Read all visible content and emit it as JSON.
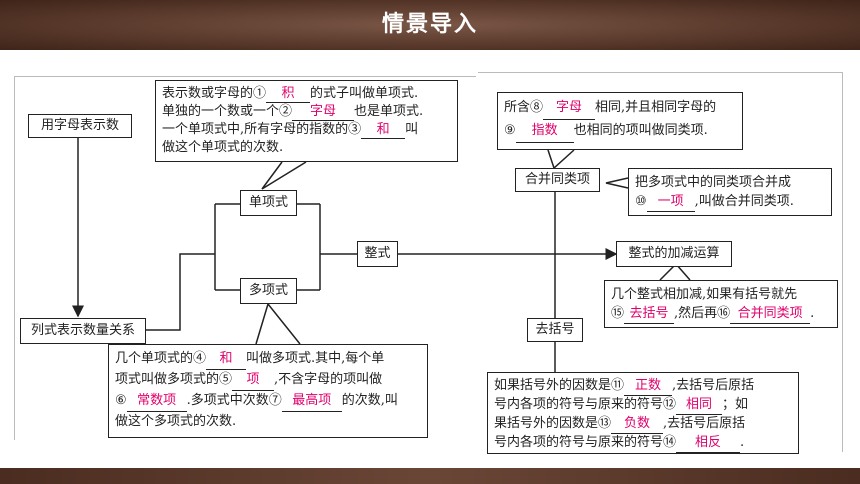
{
  "header": {
    "title": "情景导入"
  },
  "nodes": {
    "letters": "用字母表示数",
    "relation": "列式表示数量关系",
    "monomial": "单项式",
    "polynomial": "多项式",
    "integral": "整式",
    "combine": "合并同类项",
    "addsub": "整式的加减运算",
    "brackets": "去括号"
  },
  "notes": {
    "monomial_def": {
      "l1a": "表示数或字母的①",
      "b1": "积",
      "l1b": "的式子叫做单项式.",
      "l2a": "单独的一个数或一个②",
      "b2": "字母",
      "l2b": "也是单项式.",
      "l3a": "一个单项式中,所有字母的指数的③",
      "b3": "和",
      "l3b": "叫",
      "l4": "做这个单项式的次数."
    },
    "polynomial_def": {
      "l1a": "几个单项式的④",
      "b4": "和",
      "l1b": "叫做多项式.其中,每个单",
      "l2a": "项式叫做多项式的⑤",
      "b5": "项",
      "l2b": ",不含字母的项叫做",
      "l3a": "⑥",
      "b6": "常数项",
      "l3b": ".多项式中次数⑦",
      "b7": "最高项",
      "l3c": "的次数,叫",
      "l4": "做这个多项式的次数."
    },
    "like_terms": {
      "l1a": "所含⑧",
      "b8": "字母",
      "l1b": "相同,并且相同字母的",
      "l2a": "⑨",
      "b9": "指数",
      "l2b": "也相同的项叫做同类项."
    },
    "combine_def": {
      "l1": "把多项式中的同类项合并成",
      "l2a": "⑩",
      "b10": "一项",
      "l2b": ",叫做合并同类项."
    },
    "addsub_def": {
      "l1": "几个整式相加减,如果有括号就先",
      "l2a": "⑮",
      "b15": "去括号",
      "l2b": ",然后再⑯",
      "b16": "合并同类项",
      "l2c": "."
    },
    "brackets_def": {
      "l1a": "如果括号外的因数是⑪",
      "b11": "正数",
      "l1b": ",去括号后原括",
      "l2a": "号内各项的符号与原来的符号⑫",
      "b12": "相同",
      "l2b": "；如",
      "l3a": "果括号外的因数是⑬",
      "b13": "负数",
      "l3b": ",去括号后原括",
      "l4a": "号内各项的符号与原来的符号⑭",
      "b14": "相反",
      "l4b": "."
    }
  }
}
